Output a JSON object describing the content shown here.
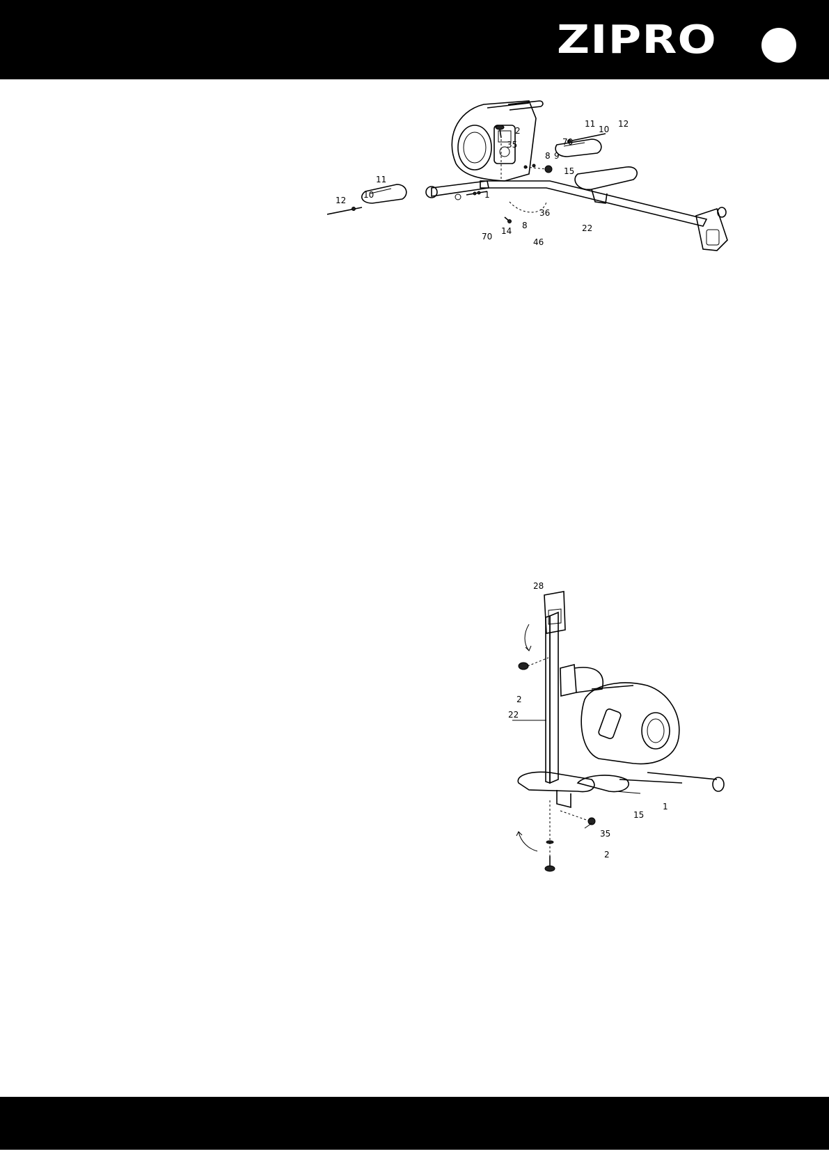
{
  "header": {
    "brand": "ZIPRO",
    "brand_color": "#ffffff",
    "bar_color": "#000000"
  },
  "figure_1": {
    "callouts": {
      "c2": "2",
      "c35": "35",
      "c11r": "11",
      "c10r": "10",
      "c12r": "12",
      "c70r": "70",
      "c8a": "8",
      "c9": "9",
      "c15": "15",
      "c11l": "11",
      "c12l": "12",
      "c10l": "10",
      "c1": "1",
      "c36": "36",
      "c70l": "70",
      "c14": "14",
      "c8b": "8",
      "c22": "22",
      "c46": "46"
    }
  },
  "figure_2": {
    "callouts": {
      "c28": "28",
      "c2a": "2",
      "c22": "22",
      "c1": "1",
      "c15": "15",
      "c35": "35",
      "c2b": "2"
    }
  },
  "footer": {
    "bar_color": "#000000"
  }
}
